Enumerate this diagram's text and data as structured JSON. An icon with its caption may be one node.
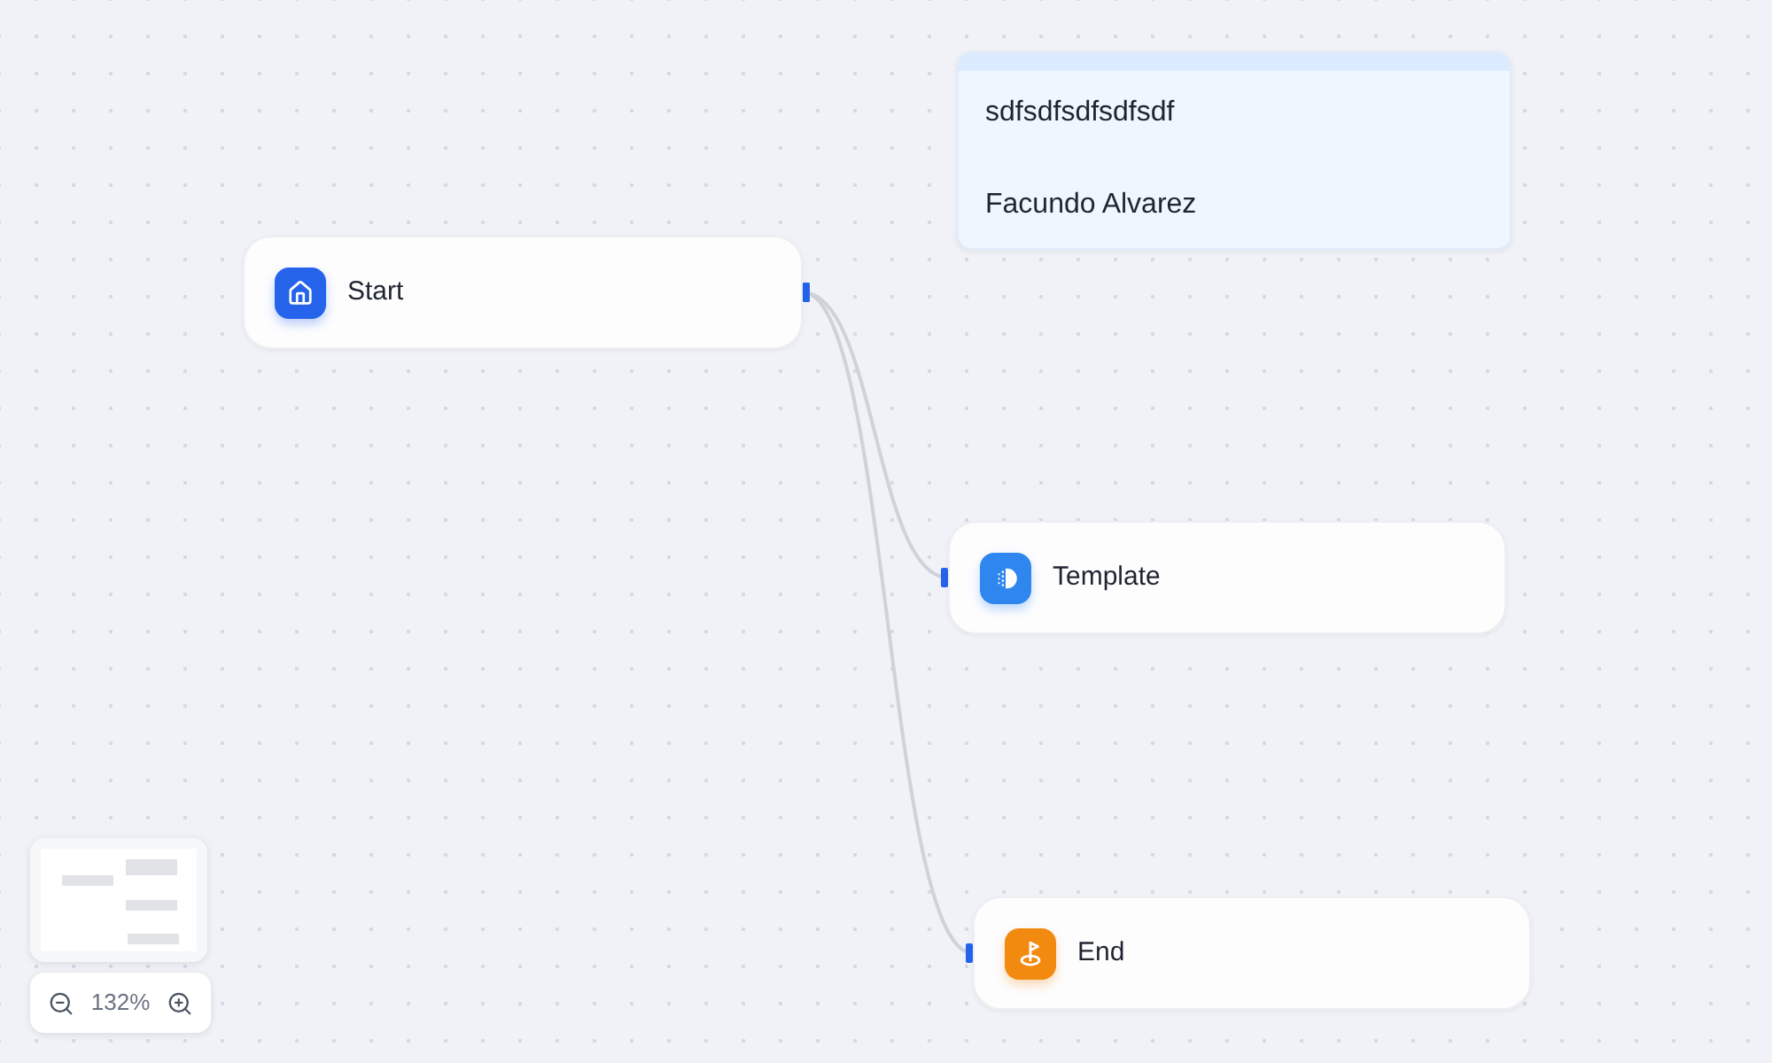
{
  "diagram": {
    "nodes": [
      {
        "text": [
          "sdfsdfsdfsdfsdf",
          "Facundo Alvarez"
        ]
      },
      {
        "text": [
          "Start"
        ]
      },
      {
        "text": [
          "Template"
        ]
      },
      {
        "text": [
          "End"
        ]
      }
    ],
    "edges": [
      {
        "from": 1,
        "to": 2,
        "arrow": "other"
      },
      {
        "from": 1,
        "to": 3,
        "arrow": "other"
      }
    ],
    "labels": [
      "132%"
    ]
  }
}
